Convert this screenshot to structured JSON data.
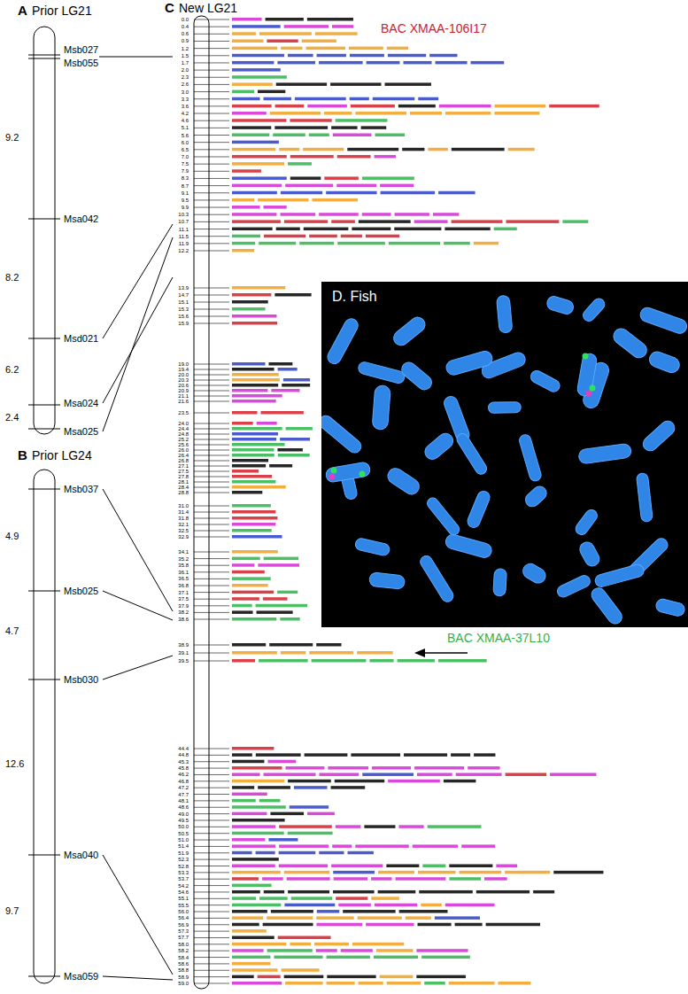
{
  "diagram": {
    "nodes": [
      {
        "text": [
          "D. Fish"
        ]
      }
    ],
    "labels": [
      "A",
      "Prior LG21",
      "Msb027",
      "Msb055",
      "9.2",
      "Msa042",
      "8.2",
      "Msd021",
      "6.2",
      "Msa024",
      "2.4",
      "Msa025",
      "B",
      "Prior LG24",
      "Msb037",
      "4.9",
      "Msb025",
      "4.7",
      "Msb030",
      "12.6",
      "Msa040",
      "9.7",
      "Msa059",
      "C",
      "New LG21",
      "BAC XMAA-106I17",
      "BAC XMAA-37L10",
      "0.0",
      "0.4",
      "0.6",
      "0.9",
      "1.2",
      "1.5",
      "1.7",
      "2.0",
      "2.3",
      "2.6",
      "3.0",
      "3.3",
      "3.6",
      "4.2",
      "4.6",
      "5.1",
      "5.6",
      "6.0",
      "6.5",
      "7.0",
      "7.5",
      "7.9",
      "8.3",
      "8.7",
      "9.1",
      "9.5",
      "9.9",
      "10.3",
      "10.7",
      "11.1",
      "11.5",
      "11.9",
      "12.2",
      "13.9",
      "14.7",
      "15.1",
      "15.3",
      "15.6",
      "15.9",
      "19.0",
      "19.4",
      "20.0",
      "20.3",
      "20.6",
      "20.9",
      "21.1",
      "21.6",
      "23.5",
      "24.0",
      "24.4",
      "24.8",
      "25.2",
      "25.6",
      "26.0",
      "26.4",
      "26.8",
      "27.1",
      "27.5",
      "27.8",
      "28.1",
      "28.4",
      "28.8",
      "31.0",
      "31.4",
      "31.8",
      "32.1",
      "32.5",
      "32.9",
      "34.1",
      "35.2",
      "35.8",
      "36.1",
      "36.5",
      "36.8",
      "37.1",
      "37.5",
      "37.9",
      "38.2",
      "38.6",
      "38.9",
      "39.1",
      "39.5",
      "44.4",
      "44.8",
      "45.3",
      "45.8",
      "46.2",
      "46.8",
      "47.2",
      "47.7",
      "48.1",
      "48.6",
      "49.0",
      "49.5",
      "50.0",
      "50.5",
      "51.0",
      "51.4",
      "51.9",
      "52.3",
      "52.8",
      "53.3",
      "53.7",
      "54.2",
      "54.6",
      "55.1",
      "55.5",
      "56.0",
      "56.4",
      "56.9",
      "57.3",
      "57.7",
      "58.0",
      "58.2",
      "58.4",
      "58.6",
      "58.8",
      "58.9",
      "59.0"
    ]
  }
}
